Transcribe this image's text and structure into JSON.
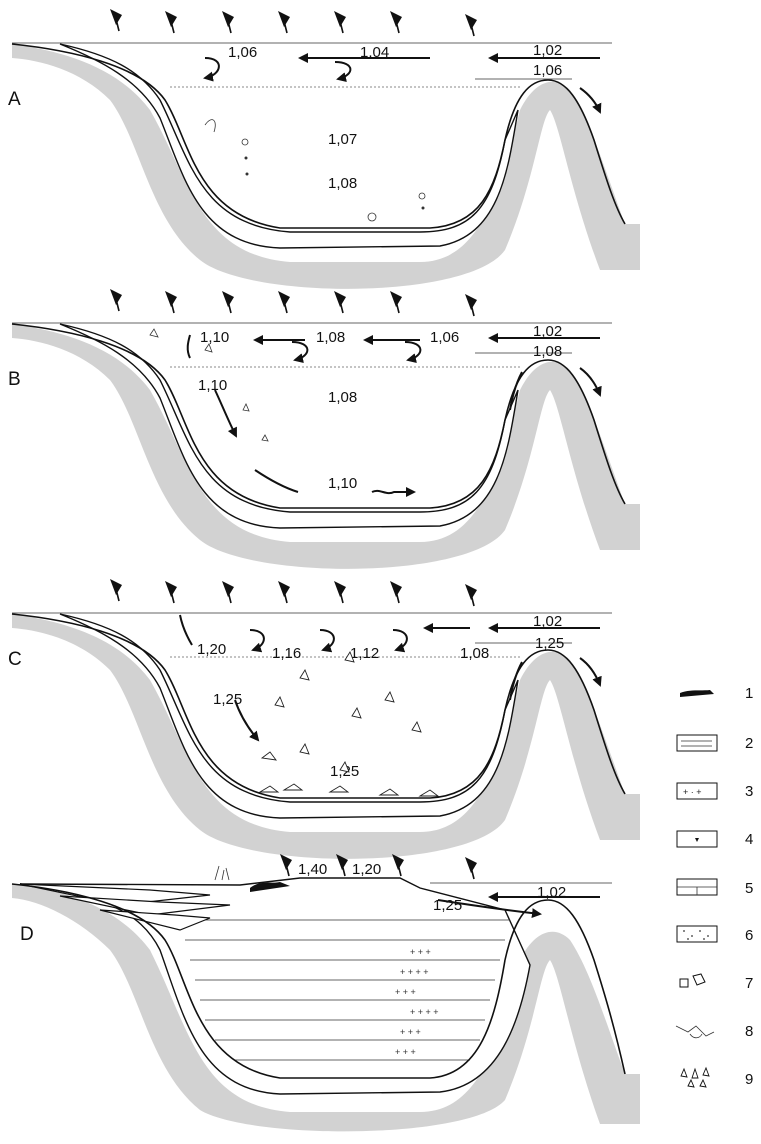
{
  "panels": [
    {
      "letter": "A",
      "labels": [
        "1,06",
        "1,04",
        "1,02",
        "1,06",
        "1,07",
        "1,08"
      ]
    },
    {
      "letter": "B",
      "labels": [
        "1,10",
        "1,08",
        "1,06",
        "1,02",
        "1,08",
        "1,10",
        "1,08",
        "1,10"
      ]
    },
    {
      "letter": "C",
      "labels": [
        "1,20",
        "1,16",
        "1,12",
        "1,08",
        "1,02",
        "1,25",
        "1,25",
        "1,25"
      ]
    },
    {
      "letter": "D",
      "labels": [
        "1,40",
        "1,20",
        "1,25",
        "1,02"
      ]
    }
  ],
  "legend": [
    {
      "number": "1",
      "symbol": "black-crust"
    },
    {
      "number": "2",
      "symbol": "laminated"
    },
    {
      "number": "3",
      "symbol": "halite-marks"
    },
    {
      "number": "4",
      "symbol": "dotted-triangle"
    },
    {
      "number": "5",
      "symbol": "limestone-block"
    },
    {
      "number": "6",
      "symbol": "sand-dots"
    },
    {
      "number": "7",
      "symbol": "cubes"
    },
    {
      "number": "8",
      "symbol": "organisms"
    },
    {
      "number": "9",
      "symbol": "crystal-fragments"
    }
  ]
}
